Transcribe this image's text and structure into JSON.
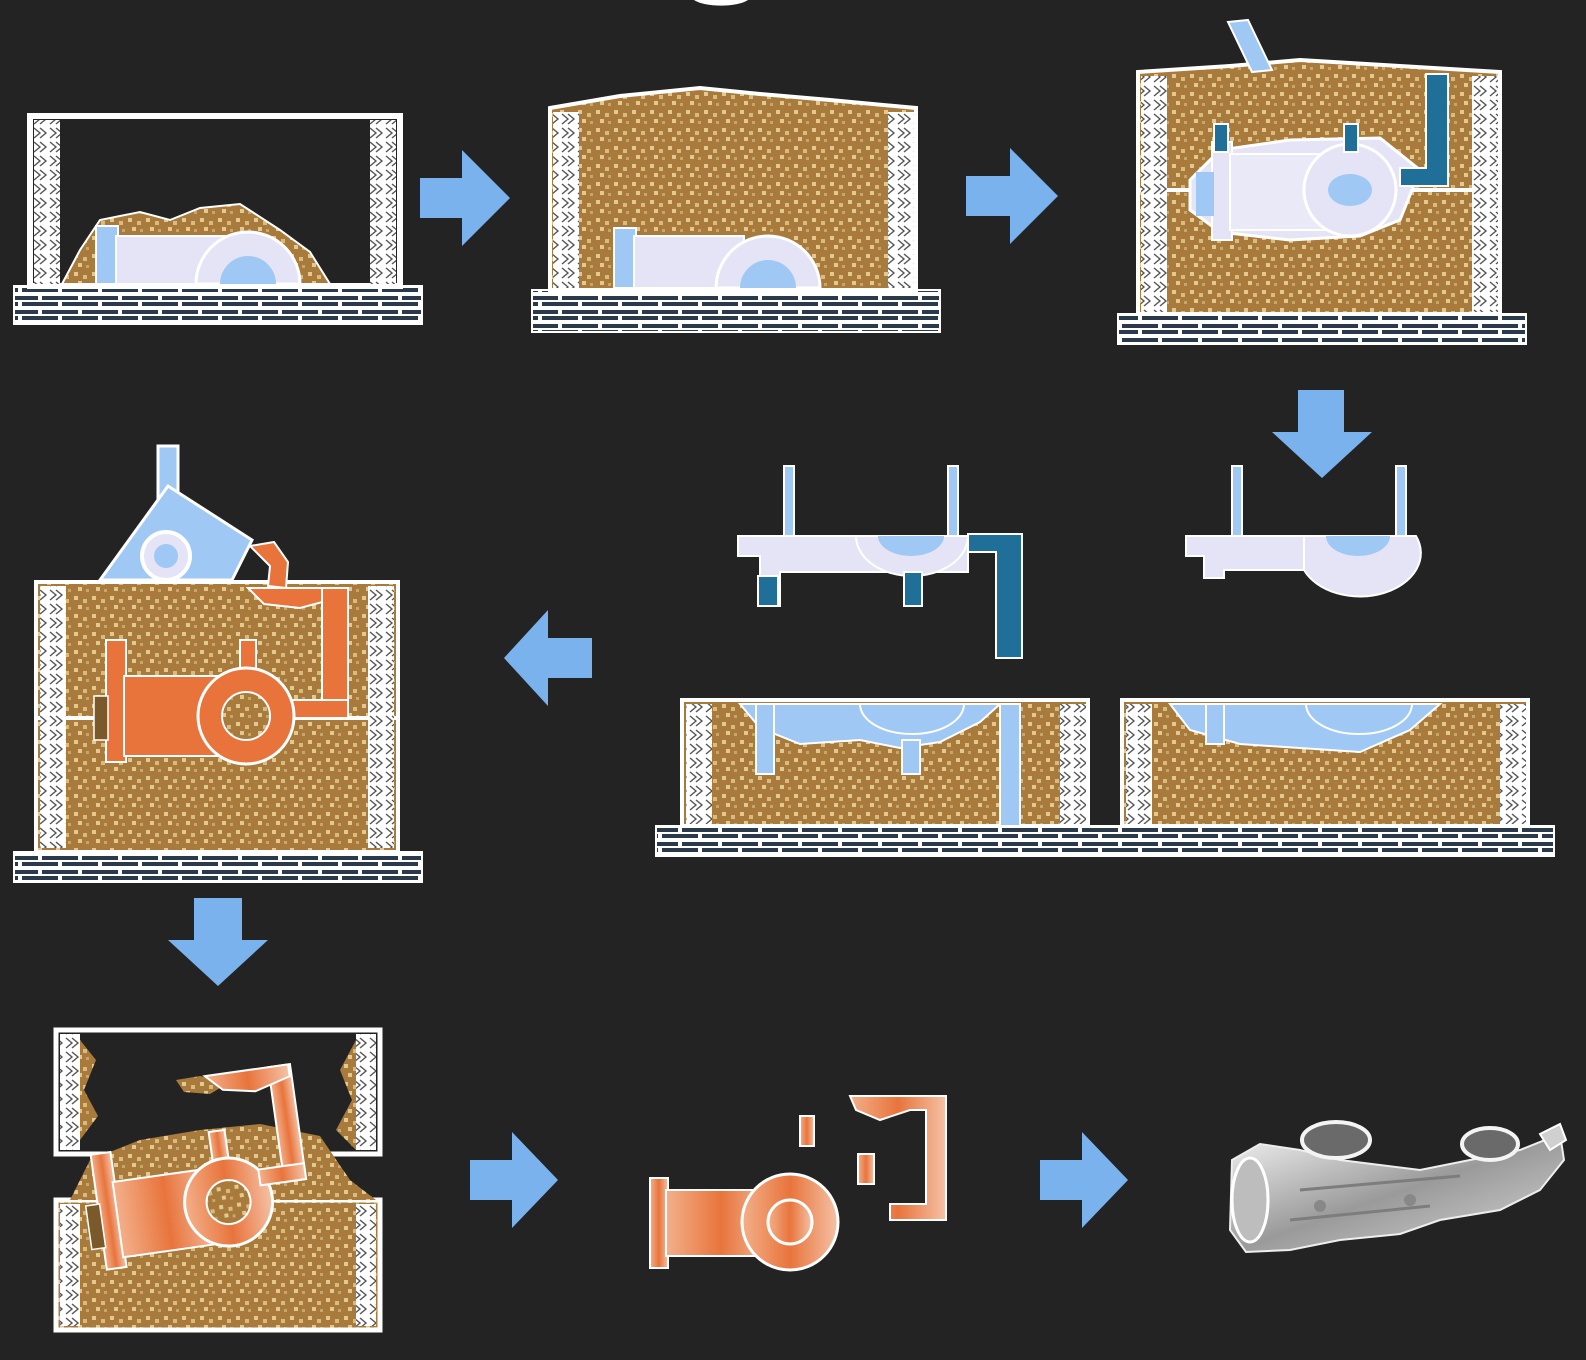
{
  "diagram": {
    "kind": "sand-casting-process-flow",
    "stages": [
      "pattern-placed-in-drag-flask",
      "drag-rammed-with-sand",
      "cope-added-with-sprue-and-riser",
      "patterns-withdrawn",
      "mold-halves-with-cavity",
      "molten-metal-poured",
      "shakeout-of-casting",
      "gating-removed",
      "finished-casting"
    ],
    "colors": {
      "background": "#232323",
      "sand": "#a87a3c",
      "sand_speckle": "#e3c98f",
      "pattern": "#e4e4f6",
      "pattern_blue": "#9fc8f4",
      "riser_teal": "#1f6f98",
      "arrow": "#7ab2ee",
      "molten_metal": "#e8743c",
      "flask_white": "#ffffff"
    }
  }
}
